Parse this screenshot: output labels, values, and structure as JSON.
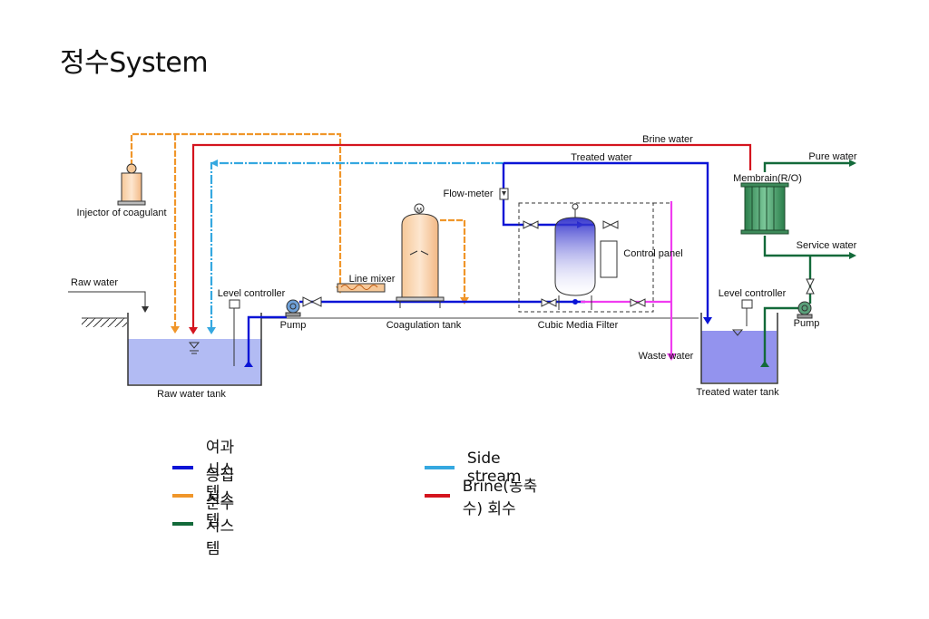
{
  "title": "정수System",
  "colors": {
    "filtration": "#0a14d6",
    "coagulation": "#f0962a",
    "pure": "#136a3a",
    "side": "#35a8e0",
    "brine": "#d4141e",
    "waste": "#f03cf0",
    "water": "#aab4f2"
  },
  "labels": {
    "brine_water": "Brine water",
    "treated_water": "Treated water",
    "pure_water": "Pure water",
    "membrane": "Membrain(R/O)",
    "service_water": "Service water",
    "flow_meter": "Flow-meter",
    "control_panel": "Control panel",
    "injector": "Injector of coagulant",
    "raw_water": "Raw water",
    "level_controller_left": "Level controller",
    "level_controller_right": "Level controller",
    "line_mixer": "Line mixer",
    "pump_left": "Pump",
    "pump_right": "Pump",
    "coagulation_tank": "Coagulation tank",
    "cubic_media_filter": "Cubic Media Filter",
    "waste_water": "Waste water",
    "raw_water_tank": "Raw water tank",
    "treated_water_tank": "Treated water tank",
    "motor": "M"
  },
  "legend": [
    {
      "label": "여과시스템",
      "color": "#0a14d6"
    },
    {
      "label": "응집시스템",
      "color": "#f0962a"
    },
    {
      "label": "순수시스템",
      "color": "#136a3a"
    },
    {
      "label": "Side stream",
      "color": "#35a8e0"
    },
    {
      "label": "Brine(농축수) 회수",
      "color": "#d4141e"
    }
  ]
}
